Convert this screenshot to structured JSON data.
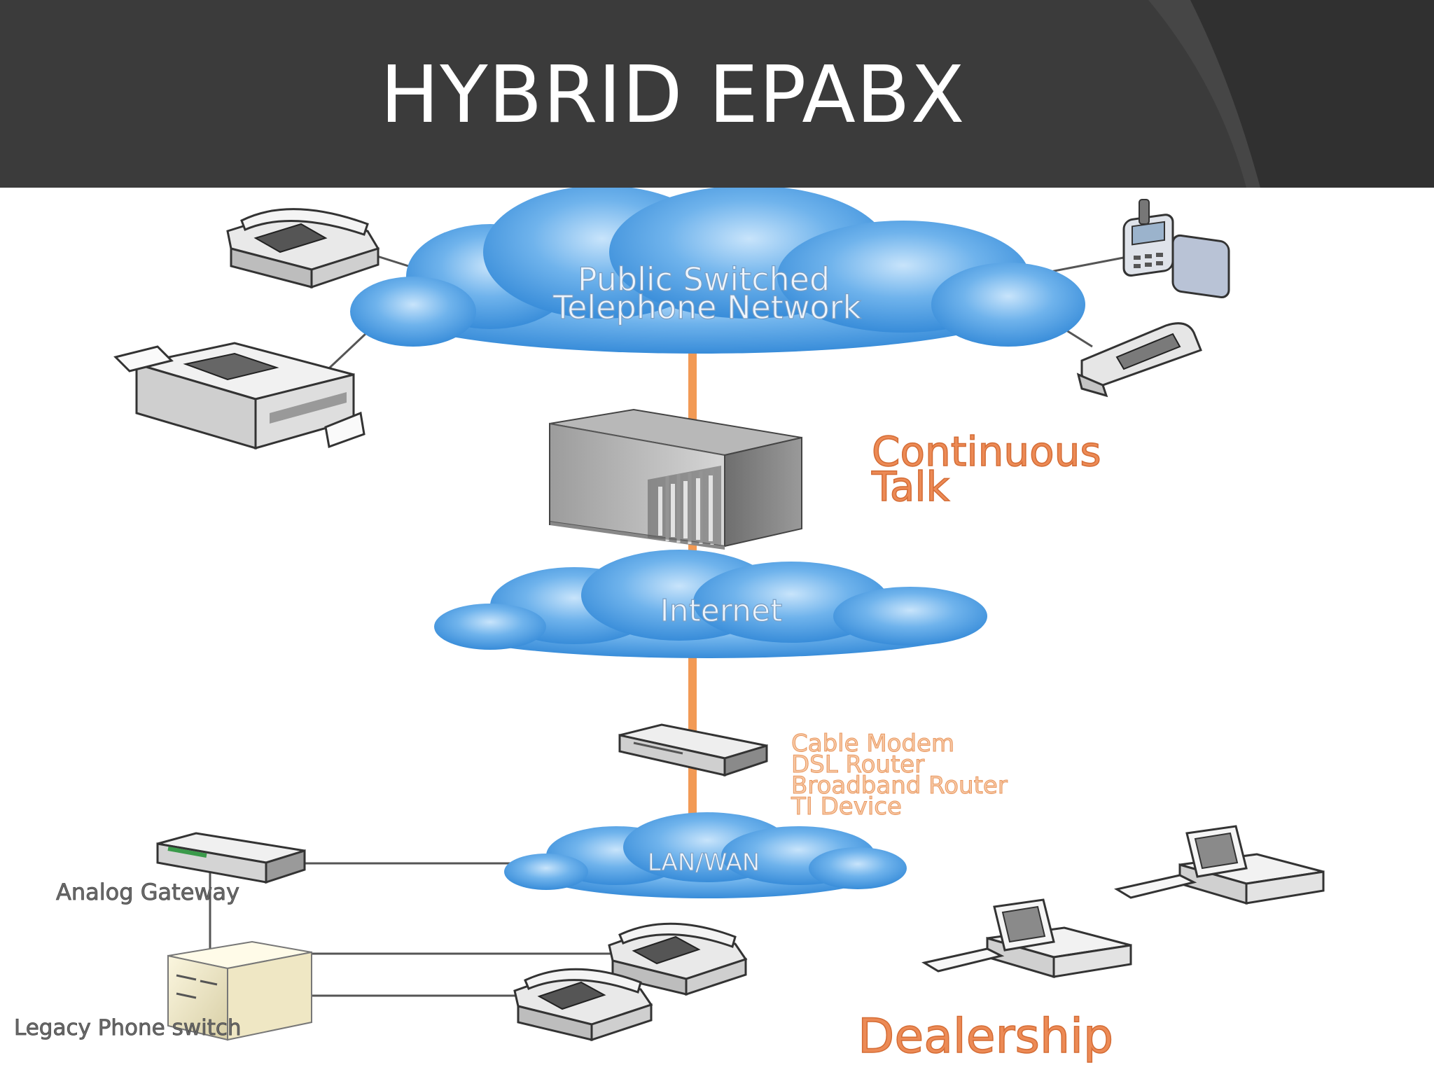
{
  "slide": {
    "title": "HYBRID EPABX"
  },
  "clouds": {
    "pstn": [
      "Public Switched",
      "Telephone Network"
    ],
    "internet": "Internet",
    "lanwan": "LAN/WAN"
  },
  "labels": {
    "continuous_talk": [
      "Continuous",
      "Talk"
    ],
    "router_types": [
      "Cable Modem",
      "DSL Router",
      "Broadband Router",
      "TI Device"
    ],
    "analog_gateway": "Analog Gateway",
    "legacy_switch": "Legacy Phone switch",
    "dealership": "Dealership"
  },
  "colors": {
    "header_bg": "#3b3b3b",
    "cloud_blue": "#3a8ed8",
    "trunk_orange": "#f29a55",
    "label_orange": "#e97a3c"
  },
  "icons": [
    "desk-phone-icon",
    "fax-machine-icon",
    "mobile-phone-icon",
    "flip-phone-icon",
    "server-tower-icon",
    "router-icon",
    "gateway-icon",
    "pc-icon"
  ]
}
